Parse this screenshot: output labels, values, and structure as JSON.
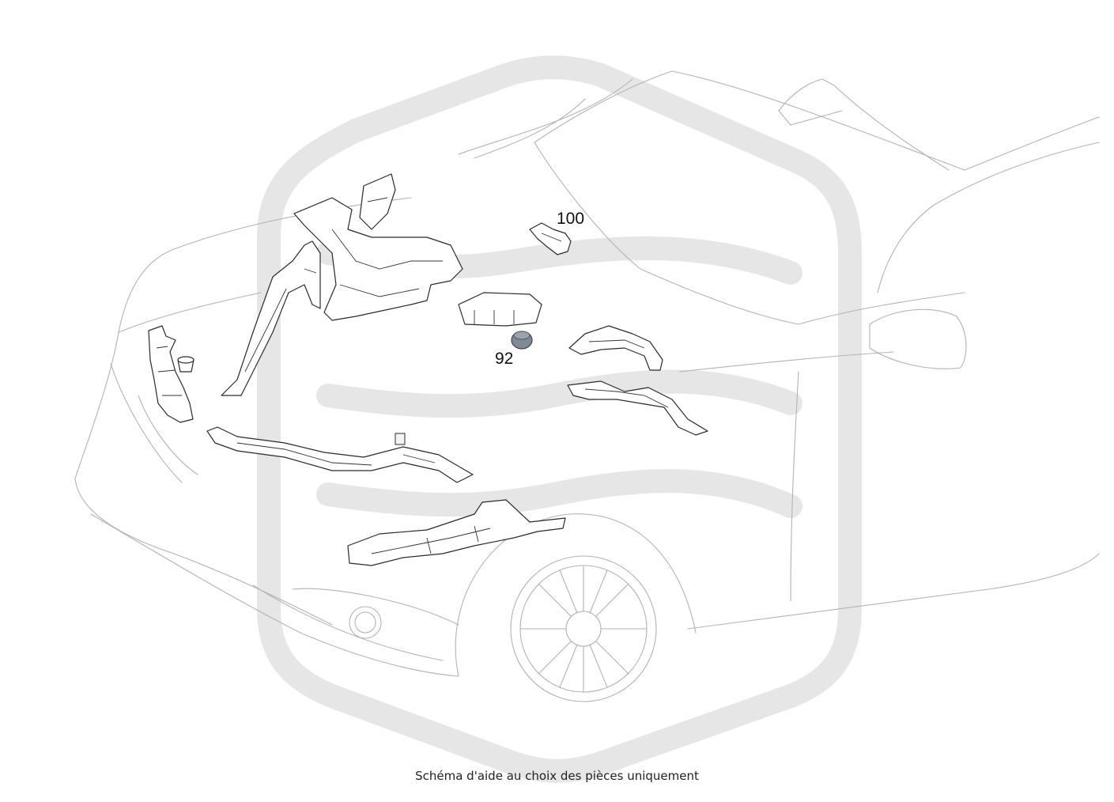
{
  "caption": "Schéma d'aide au choix des pièces uniquement",
  "callouts": [
    {
      "id": "part-100",
      "label": "100"
    },
    {
      "id": "part-92",
      "label": "92"
    }
  ],
  "colors": {
    "line_art": "#b3b3b3",
    "part_outline": "#2a2a2a",
    "watermark": "#e6e6e6",
    "highlighted_part": "#7f8a96"
  }
}
